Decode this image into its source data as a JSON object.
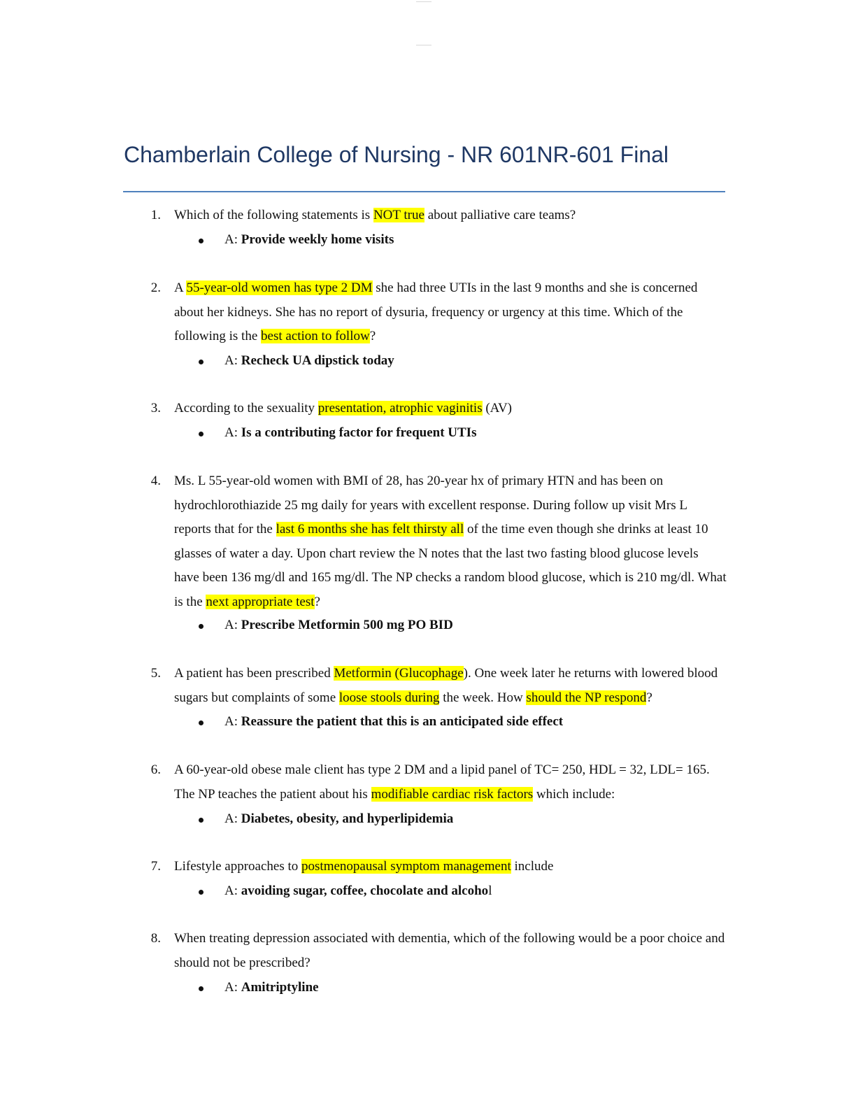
{
  "document": {
    "title": "Chamberlain College of Nursing - NR 601NR-601  Final"
  },
  "answer_prefix": "A: ",
  "questions": [
    {
      "number": "1.",
      "parts": [
        {
          "t": "Which of the following statements is "
        },
        {
          "t": "NOT true",
          "hl": true
        },
        {
          "t": " about palliative care teams?"
        }
      ],
      "answer": [
        {
          "t": "Provide weekly home visits",
          "b": true
        }
      ]
    },
    {
      "number": "2.",
      "parts": [
        {
          "t": "A "
        },
        {
          "t": "55-year-old women has type 2 DM",
          "hl": true
        },
        {
          "t": " she had three UTIs in the last 9 months and she is concerned about her kidneys. She has no report of dysuria, frequency or urgency at this time. Which of the following is the "
        },
        {
          "t": "best action to follow",
          "hl": true
        },
        {
          "t": "?"
        }
      ],
      "answer": [
        {
          "t": "Recheck UA dipstick today",
          "b": true
        }
      ]
    },
    {
      "number": "3.",
      "parts": [
        {
          "t": "According to the sexuality "
        },
        {
          "t": "presentation, atrophic vaginitis",
          "hl": true
        },
        {
          "t": " (AV)"
        }
      ],
      "answer": [
        {
          "t": "Is a contributing factor for frequent UTIs",
          "b": true
        }
      ]
    },
    {
      "number": "4.",
      "parts": [
        {
          "t": "Ms. L 55-year-old women with BMI of 28, has 20-year hx of primary HTN and has been on hydrochlorothiazide 25 mg daily for years with excellent response. During follow up visit Mrs L reports that for the "
        },
        {
          "t": "last 6 months she has felt thirsty all",
          "hl": true
        },
        {
          "t": " of the time even though she drinks at least 10 glasses of water a day. Upon chart review the N notes that the last two fasting blood glucose levels have been 136 mg/dl and 165 mg/dl. The NP checks a random blood glucose, which is 210 mg/dl. What is the "
        },
        {
          "t": "next appropriate test",
          "hl": true
        },
        {
          "t": "?"
        }
      ],
      "answer": [
        {
          "t": "Prescribe Metformin 500 mg PO BID",
          "b": true
        }
      ]
    },
    {
      "number": "5.",
      "parts": [
        {
          "t": "A patient has been prescribed "
        },
        {
          "t": "Metformin (Glucophage",
          "hl": true
        },
        {
          "t": "). One week later he returns with lowered blood sugars but complaints of some "
        },
        {
          "t": "loose stools during",
          "hl": true
        },
        {
          "t": " the week. How "
        },
        {
          "t": "should the NP respond",
          "hl": true
        },
        {
          "t": "?"
        }
      ],
      "answer": [
        {
          "t": "Reassure the patient that this is an anticipated side effect",
          "b": true
        }
      ]
    },
    {
      "number": "6.",
      "parts": [
        {
          "t": "A 60-year-old obese male client has type 2 DM and a lipid panel of TC= 250, HDL = 32, LDL= 165. The NP teaches the patient about his "
        },
        {
          "t": "modifiable cardiac risk factors",
          "hl": true
        },
        {
          "t": " which include:"
        }
      ],
      "answer": [
        {
          "t": "Diabetes, obesity, and hyperlipidemia",
          "b": true
        }
      ]
    },
    {
      "number": "7.",
      "parts": [
        {
          "t": "Lifestyle approaches to "
        },
        {
          "t": "postmenopausal symptom management",
          "hl": true
        },
        {
          "t": " include"
        }
      ],
      "answer": [
        {
          "t": "avoiding sugar, coffee, chocolate and alcoho",
          "b": true
        },
        {
          "t": "l"
        }
      ]
    },
    {
      "number": "8.",
      "parts": [
        {
          "t": "When treating depression associated with dementia, which of the following would be a poor choice and should not be prescribed?"
        }
      ],
      "answer": [
        {
          "t": "Amitriptyline",
          "b": true
        }
      ]
    }
  ]
}
